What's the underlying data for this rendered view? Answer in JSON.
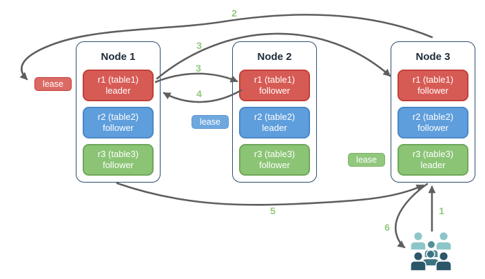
{
  "colors": {
    "canvas-bg": "#ffffff",
    "node-border": "#2b4a6f",
    "node-title": "#1c2b3a",
    "red-fill": "#d75b55",
    "red-border": "#c13f38",
    "blue-fill": "#5f9edc",
    "blue-border": "#4a87c7",
    "green-fill": "#8bc475",
    "green-border": "#6fa75a",
    "lease-red-fill": "#db6a65",
    "lease-red-border": "#c63d38",
    "lease-blue-fill": "#6fa8df",
    "lease-blue-border": "#5d93cb",
    "lease-green-fill": "#92c77e",
    "lease-green-border": "#7bb264",
    "step-green": "#8fc97d",
    "arrow": "#5e5e5e",
    "people-light": "#8dc6c9",
    "people-mid": "#53909b",
    "people-slate": "#3c7380",
    "people-dark": "#2b5768"
  },
  "nodes": [
    {
      "title": "Node 1",
      "replicas": [
        {
          "name": "r1 (table1)",
          "role": "leader",
          "color": "red"
        },
        {
          "name": "r2 (table2)",
          "role": "follower",
          "color": "blue"
        },
        {
          "name": "r3 (table3)",
          "role": "follower",
          "color": "green"
        }
      ]
    },
    {
      "title": "Node 2",
      "replicas": [
        {
          "name": "r1 (table1)",
          "role": "follower",
          "color": "red"
        },
        {
          "name": "r2 (table2)",
          "role": "leader",
          "color": "blue"
        },
        {
          "name": "r3 (table3)",
          "role": "follower",
          "color": "green"
        }
      ]
    },
    {
      "title": "Node 3",
      "replicas": [
        {
          "name": "r1 (table1)",
          "role": "follower",
          "color": "red"
        },
        {
          "name": "r2 (table2)",
          "role": "follower",
          "color": "blue"
        },
        {
          "name": "r3 (table3)",
          "role": "leader",
          "color": "green"
        }
      ]
    }
  ],
  "leases": [
    {
      "label": "lease",
      "color": "red"
    },
    {
      "label": "lease",
      "color": "blue"
    },
    {
      "label": "lease",
      "color": "green"
    }
  ],
  "steps": {
    "n1": "1",
    "n2": "2",
    "n3a": "3",
    "n3b": "3",
    "n4": "4",
    "n5": "5",
    "n6": "6"
  },
  "flows": [
    {
      "step": "1",
      "from": "clients",
      "to": "Node 3 (bottom)"
    },
    {
      "step": "2",
      "from": "Node 3 (top)",
      "to": "red lease at Node 1"
    },
    {
      "step": "3",
      "from": "Node 1 r1 leader",
      "to": "Node 2 r1 follower"
    },
    {
      "step": "3",
      "from": "Node 1 r1 leader",
      "to": "Node 3 r1 follower"
    },
    {
      "step": "4",
      "from": "Node 2 r1 follower",
      "to": "Node 1 r1 leader"
    },
    {
      "step": "5",
      "from": "Node 1 (bottom)",
      "to": "Node 3 (bottom)"
    },
    {
      "step": "6",
      "from": "Node 3 (bottom)",
      "to": "clients"
    }
  ]
}
